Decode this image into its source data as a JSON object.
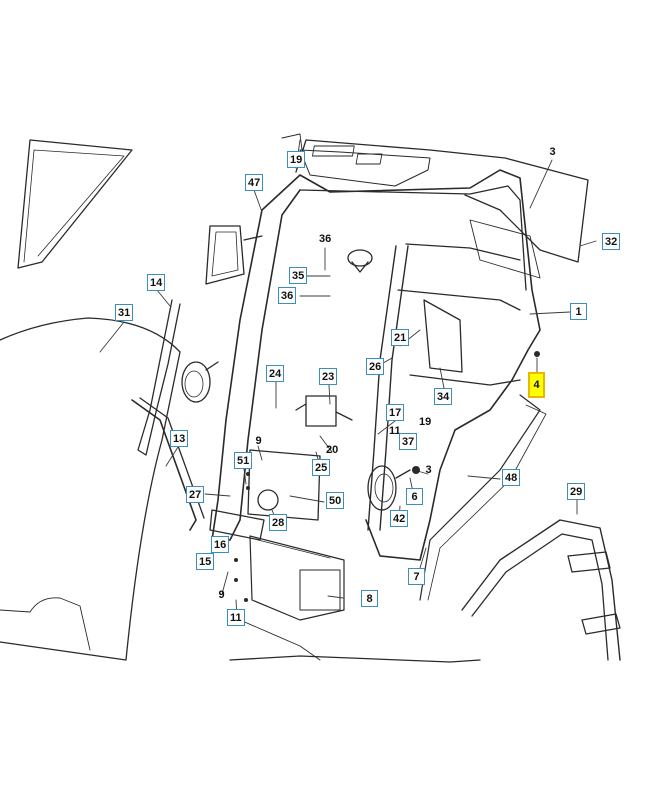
{
  "diagram": {
    "highlight_color": "#ffff00",
    "box_color": "#3a8fc0",
    "callouts": [
      {
        "id": "c1",
        "text": "3",
        "boxed": false
      },
      {
        "id": "c2",
        "text": "19",
        "boxed": true
      },
      {
        "id": "c3",
        "text": "47",
        "boxed": true
      },
      {
        "id": "c4",
        "text": "36",
        "boxed": false
      },
      {
        "id": "c5",
        "text": "32",
        "boxed": true
      },
      {
        "id": "c6",
        "text": "35",
        "boxed": true
      },
      {
        "id": "c7",
        "text": "36",
        "boxed": true
      },
      {
        "id": "c8",
        "text": "14",
        "boxed": true
      },
      {
        "id": "c9",
        "text": "31",
        "boxed": true
      },
      {
        "id": "c10",
        "text": "1",
        "boxed": true
      },
      {
        "id": "c11",
        "text": "21",
        "boxed": true
      },
      {
        "id": "c12",
        "text": "26",
        "boxed": true
      },
      {
        "id": "c13",
        "text": "24",
        "boxed": true
      },
      {
        "id": "c14",
        "text": "23",
        "boxed": true
      },
      {
        "id": "c15",
        "text": "4",
        "boxed": true,
        "highlight": true
      },
      {
        "id": "c16",
        "text": "34",
        "boxed": true
      },
      {
        "id": "c17",
        "text": "17",
        "boxed": true
      },
      {
        "id": "c18",
        "text": "19",
        "boxed": false
      },
      {
        "id": "c19",
        "text": "11",
        "boxed": false
      },
      {
        "id": "c20",
        "text": "37",
        "boxed": true
      },
      {
        "id": "c21",
        "text": "13",
        "boxed": true
      },
      {
        "id": "c22",
        "text": "9",
        "boxed": false
      },
      {
        "id": "c23",
        "text": "20",
        "boxed": false
      },
      {
        "id": "c24",
        "text": "3",
        "boxed": false
      },
      {
        "id": "c25",
        "text": "51",
        "boxed": true
      },
      {
        "id": "c26",
        "text": "25",
        "boxed": true
      },
      {
        "id": "c27",
        "text": "48",
        "boxed": true
      },
      {
        "id": "c28",
        "text": "29",
        "boxed": true
      },
      {
        "id": "c29",
        "text": "27",
        "boxed": true
      },
      {
        "id": "c30",
        "text": "50",
        "boxed": true
      },
      {
        "id": "c31",
        "text": "6",
        "boxed": true
      },
      {
        "id": "c32",
        "text": "42",
        "boxed": true
      },
      {
        "id": "c33",
        "text": "28",
        "boxed": true
      },
      {
        "id": "c34",
        "text": "16",
        "boxed": true
      },
      {
        "id": "c35",
        "text": "15",
        "boxed": true
      },
      {
        "id": "c36",
        "text": "7",
        "boxed": true
      },
      {
        "id": "c37",
        "text": "9",
        "boxed": false
      },
      {
        "id": "c38",
        "text": "8",
        "boxed": true
      },
      {
        "id": "c39",
        "text": "11",
        "boxed": true
      }
    ]
  }
}
